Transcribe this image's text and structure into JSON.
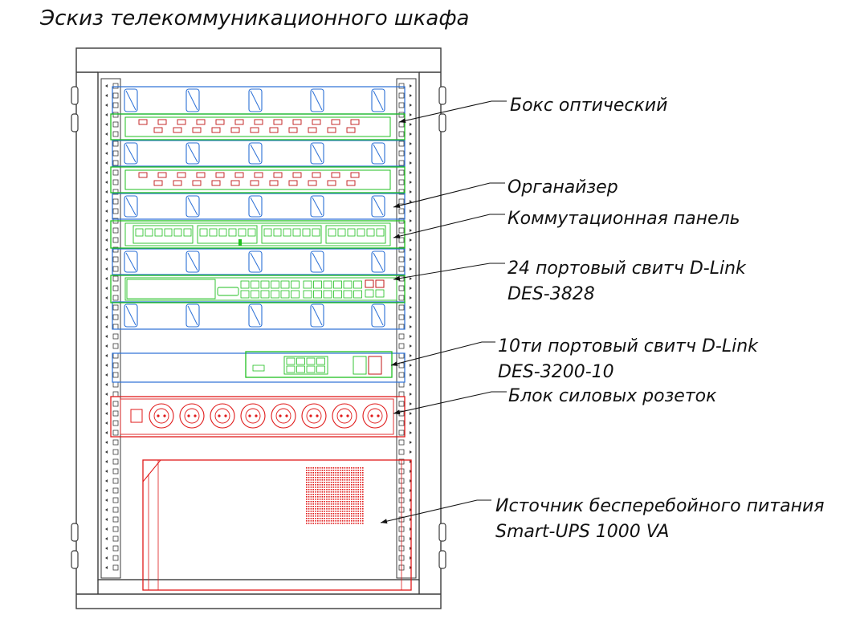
{
  "title": "Эскиз телекоммуникационного шкафа",
  "callouts": [
    {
      "id": "optical-box",
      "lines": [
        "Бокс оптический"
      ]
    },
    {
      "id": "organizer",
      "lines": [
        "Органайзер"
      ]
    },
    {
      "id": "patch-panel",
      "lines": [
        "Коммутационная панель"
      ]
    },
    {
      "id": "switch-24",
      "lines": [
        "24 портовый свитч D-Link",
        "DES-3828"
      ]
    },
    {
      "id": "switch-10",
      "lines": [
        "10ти портовый свитч D-Link",
        "DES-3200-10"
      ]
    },
    {
      "id": "power-strip",
      "lines": [
        "Блок силовых розеток"
      ]
    },
    {
      "id": "ups",
      "lines": [
        "Источник бесперебойного питания",
        "Smart-UPS 1000 VA"
      ]
    }
  ],
  "colors": {
    "frame": "#3a3a3a",
    "organizer": "#2a6fd6",
    "equipment": "#1fbf1f",
    "optical_ports": "#c01515",
    "power": "#e01a1a",
    "text": "#111111"
  }
}
